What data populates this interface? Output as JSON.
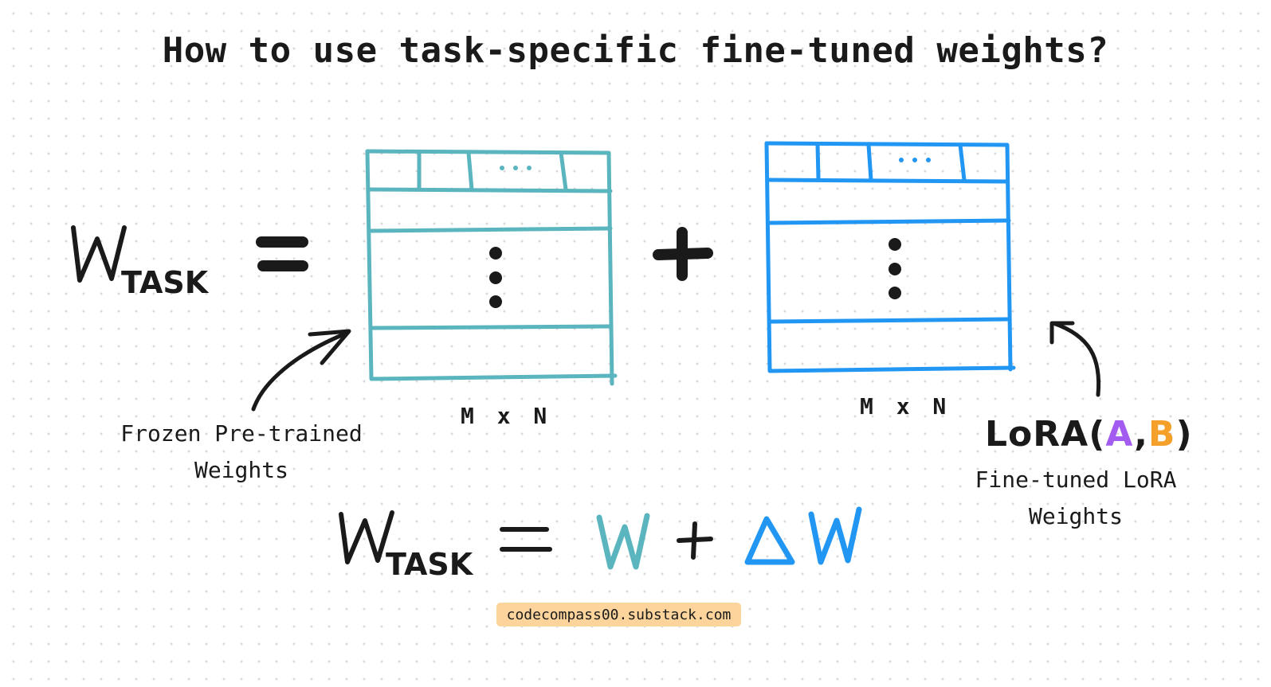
{
  "title": "How to use task-specific fine-tuned weights?",
  "equation_top": {
    "lhs_symbol": "W",
    "lhs_subscript": "TASK",
    "equals": "=",
    "plus": "+"
  },
  "matrix_left": {
    "dots_header": "...",
    "dims": "M x N",
    "label_line1": "Frozen Pre-trained",
    "label_line2": "Weights",
    "color": "#5bb5bf"
  },
  "matrix_right": {
    "dots_header": "...",
    "dims": "M x N",
    "lora_prefix": "LoRA(",
    "lora_a": "A",
    "lora_sep": ",",
    "lora_b": "B",
    "lora_suffix": ")",
    "label_line1": "Fine-tuned LoRA",
    "label_line2": "Weights",
    "color": "#2196f3"
  },
  "equation_bottom": {
    "lhs_symbol": "W",
    "lhs_subscript": "TASK",
    "equals": "=",
    "w": "W",
    "plus": "+",
    "delta": "Δ",
    "delta_w": "W"
  },
  "source": "codecompass00.substack.com",
  "colors": {
    "ink": "#1a1a1a",
    "teal": "#5bb5bf",
    "blue": "#2196f3",
    "purple": "#a25cf0",
    "orange": "#f5a02a",
    "badge": "#fdd59c"
  }
}
